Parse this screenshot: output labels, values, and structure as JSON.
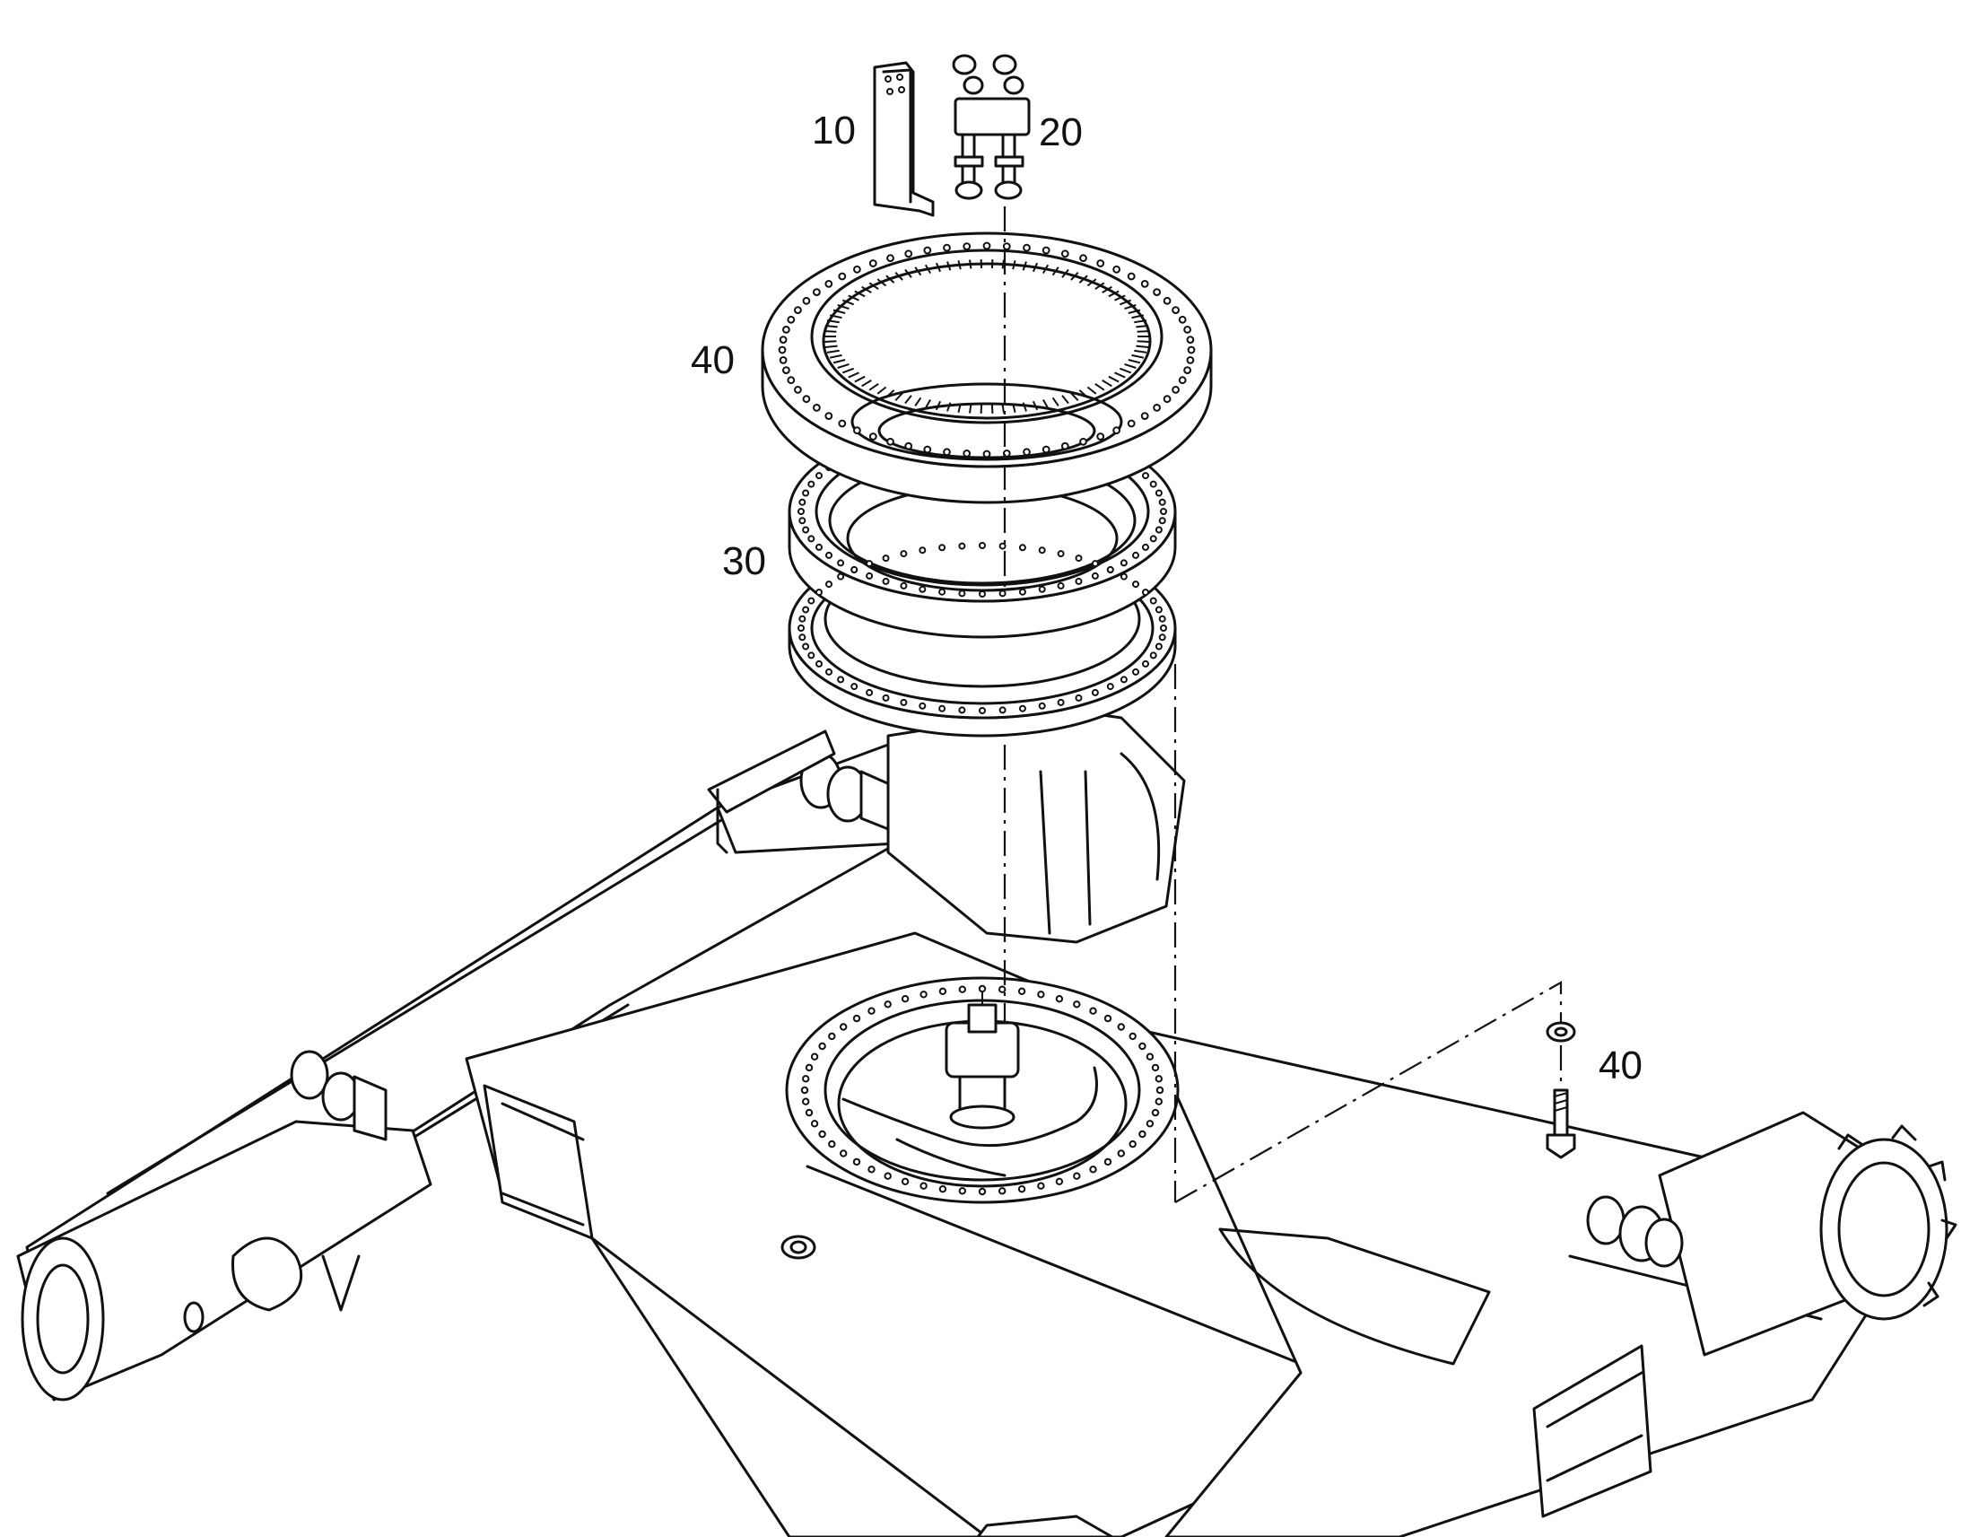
{
  "diagram": {
    "colors": {
      "line": "#111111",
      "background": "#ffffff"
    },
    "callouts": [
      {
        "id": "c10",
        "label": "10"
      },
      {
        "id": "c20",
        "label": "20"
      },
      {
        "id": "c40-top",
        "label": "40"
      },
      {
        "id": "c30",
        "label": "30"
      },
      {
        "id": "c40-right",
        "label": "40"
      }
    ]
  }
}
